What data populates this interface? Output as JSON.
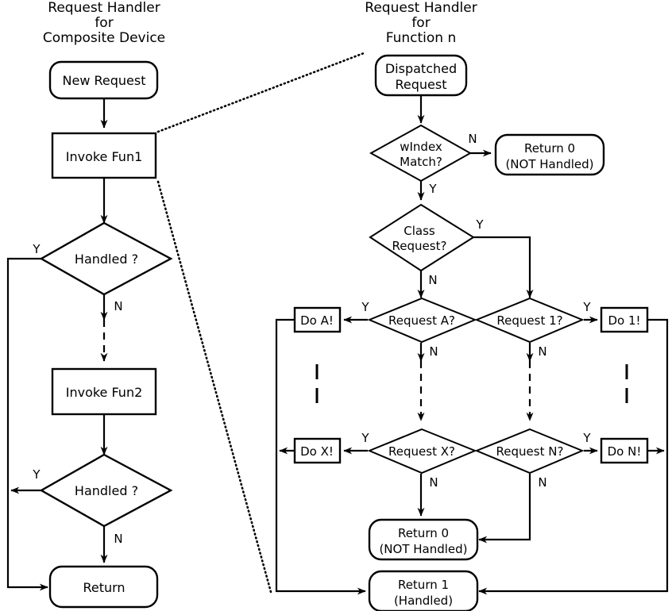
{
  "diagram": {
    "title_left": {
      "line1": "Request Handler",
      "line2": "for",
      "line3": "Composite Device"
    },
    "title_right": {
      "line1": "Request Handler",
      "line2": "for",
      "line3": "Function n"
    }
  },
  "left_flow": {
    "new_request": "New Request",
    "invoke_fun1": "Invoke Fun1",
    "handled_1": "Handled ?",
    "handled_1_yes": "Y",
    "handled_1_no": "N",
    "invoke_fun2": "Invoke Fun2",
    "handled_2": "Handled ?",
    "handled_2_yes": "Y",
    "handled_2_no": "N",
    "return": "Return"
  },
  "right_flow": {
    "dispatched_request_l1": "Dispatched",
    "dispatched_request_l2": "Request",
    "windex_match_l1": "wIndex",
    "windex_match_l2": "Match?",
    "windex_no": "N",
    "windex_yes": "Y",
    "return0_top_l1": "Return 0",
    "return0_top_l2": "(NOT Handled)",
    "class_request_l1": "Class",
    "class_request_l2": "Request?",
    "class_yes": "Y",
    "class_no": "N",
    "request_a": "Request A?",
    "request_a_yes": "Y",
    "request_a_no": "N",
    "do_a": "Do A!",
    "request_1": "Request 1?",
    "request_1_yes": "Y",
    "request_1_no": "N",
    "do_1": "Do 1!",
    "request_x": "Request X?",
    "request_x_yes": "Y",
    "request_x_no": "N",
    "do_x": "Do X!",
    "request_n": "Request N?",
    "request_n_yes": "Y",
    "request_n_no": "N",
    "do_n": "Do N!",
    "return0_bottom_l1": "Return 0",
    "return0_bottom_l2": "(NOT Handled)",
    "return1_l1": "Return 1",
    "return1_l2": "(Handled)"
  },
  "colors": {
    "stroke": "#000000",
    "fill": "#ffffff",
    "background": "#ffffff"
  }
}
